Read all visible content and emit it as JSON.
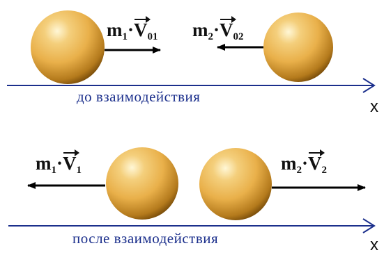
{
  "colors": {
    "axis": "#1b2f8c",
    "caption": "#1b2f8c",
    "arrow": "#000000",
    "ball_light": "#fff7d6",
    "ball_mid": "#e9b04a",
    "ball_dark": "#6e4406"
  },
  "before": {
    "caption": "до  взаимодействия",
    "axis_label": "x",
    "ball1": {
      "mass": "m",
      "mass_index": "1",
      "dot": "·",
      "velocity": "V",
      "velocity_index": "01",
      "direction": "right"
    },
    "ball2": {
      "mass": "m",
      "mass_index": "2",
      "dot": "·",
      "velocity": "V",
      "velocity_index": "02",
      "direction": "left"
    }
  },
  "after": {
    "caption": "после  взаимодействия",
    "axis_label": "x",
    "ball1": {
      "mass": "m",
      "mass_index": "1",
      "dot": "·",
      "velocity": "V",
      "velocity_index": "1",
      "direction": "left"
    },
    "ball2": {
      "mass": "m",
      "mass_index": "2",
      "dot": "·",
      "velocity": "V",
      "velocity_index": "2",
      "direction": "right"
    }
  }
}
